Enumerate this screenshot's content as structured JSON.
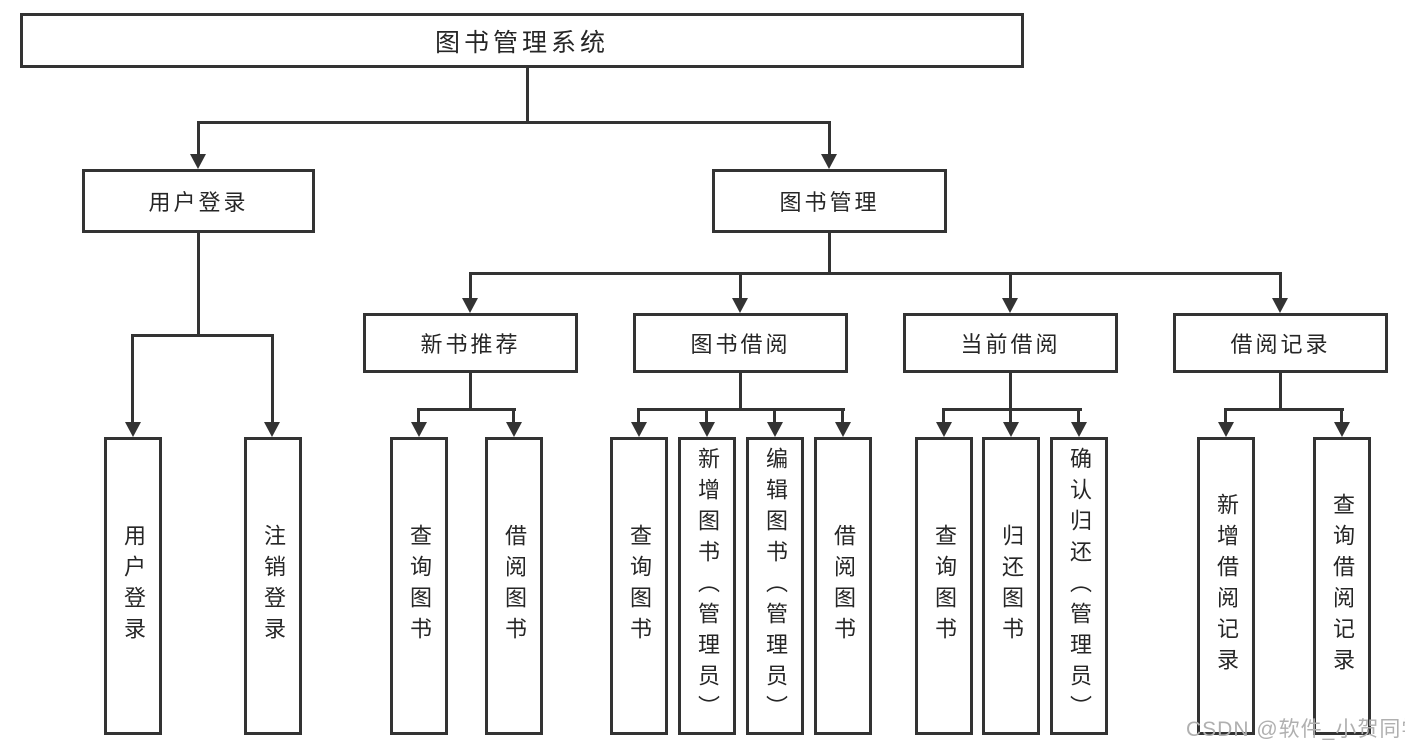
{
  "diagram": {
    "root": {
      "label": "图书管理系统"
    },
    "branches": [
      {
        "label": "用户登录",
        "children": [
          {
            "label": "用户登录"
          },
          {
            "label": "注销登录"
          }
        ]
      },
      {
        "label": "图书管理",
        "children": [
          {
            "label": "新书推荐",
            "children": [
              {
                "label": "查询图书"
              },
              {
                "label": "借阅图书"
              }
            ]
          },
          {
            "label": "图书借阅",
            "children": [
              {
                "label": "查询图书"
              },
              {
                "label": "新增图书（管理员）"
              },
              {
                "label": "编辑图书（管理员）"
              },
              {
                "label": "借阅图书"
              }
            ]
          },
          {
            "label": "当前借阅",
            "children": [
              {
                "label": "查询图书"
              },
              {
                "label": "归还图书"
              },
              {
                "label": "确认归还（管理员）"
              }
            ]
          },
          {
            "label": "借阅记录",
            "children": [
              {
                "label": "新增借阅记录"
              },
              {
                "label": "查询借阅记录"
              }
            ]
          }
        ]
      }
    ]
  },
  "watermark": {
    "text": "CSDN @软件_小贺同学"
  },
  "colors": {
    "line": "#333333",
    "text": "#262626",
    "background": "#ffffff",
    "watermark": "#b0b0b0"
  }
}
